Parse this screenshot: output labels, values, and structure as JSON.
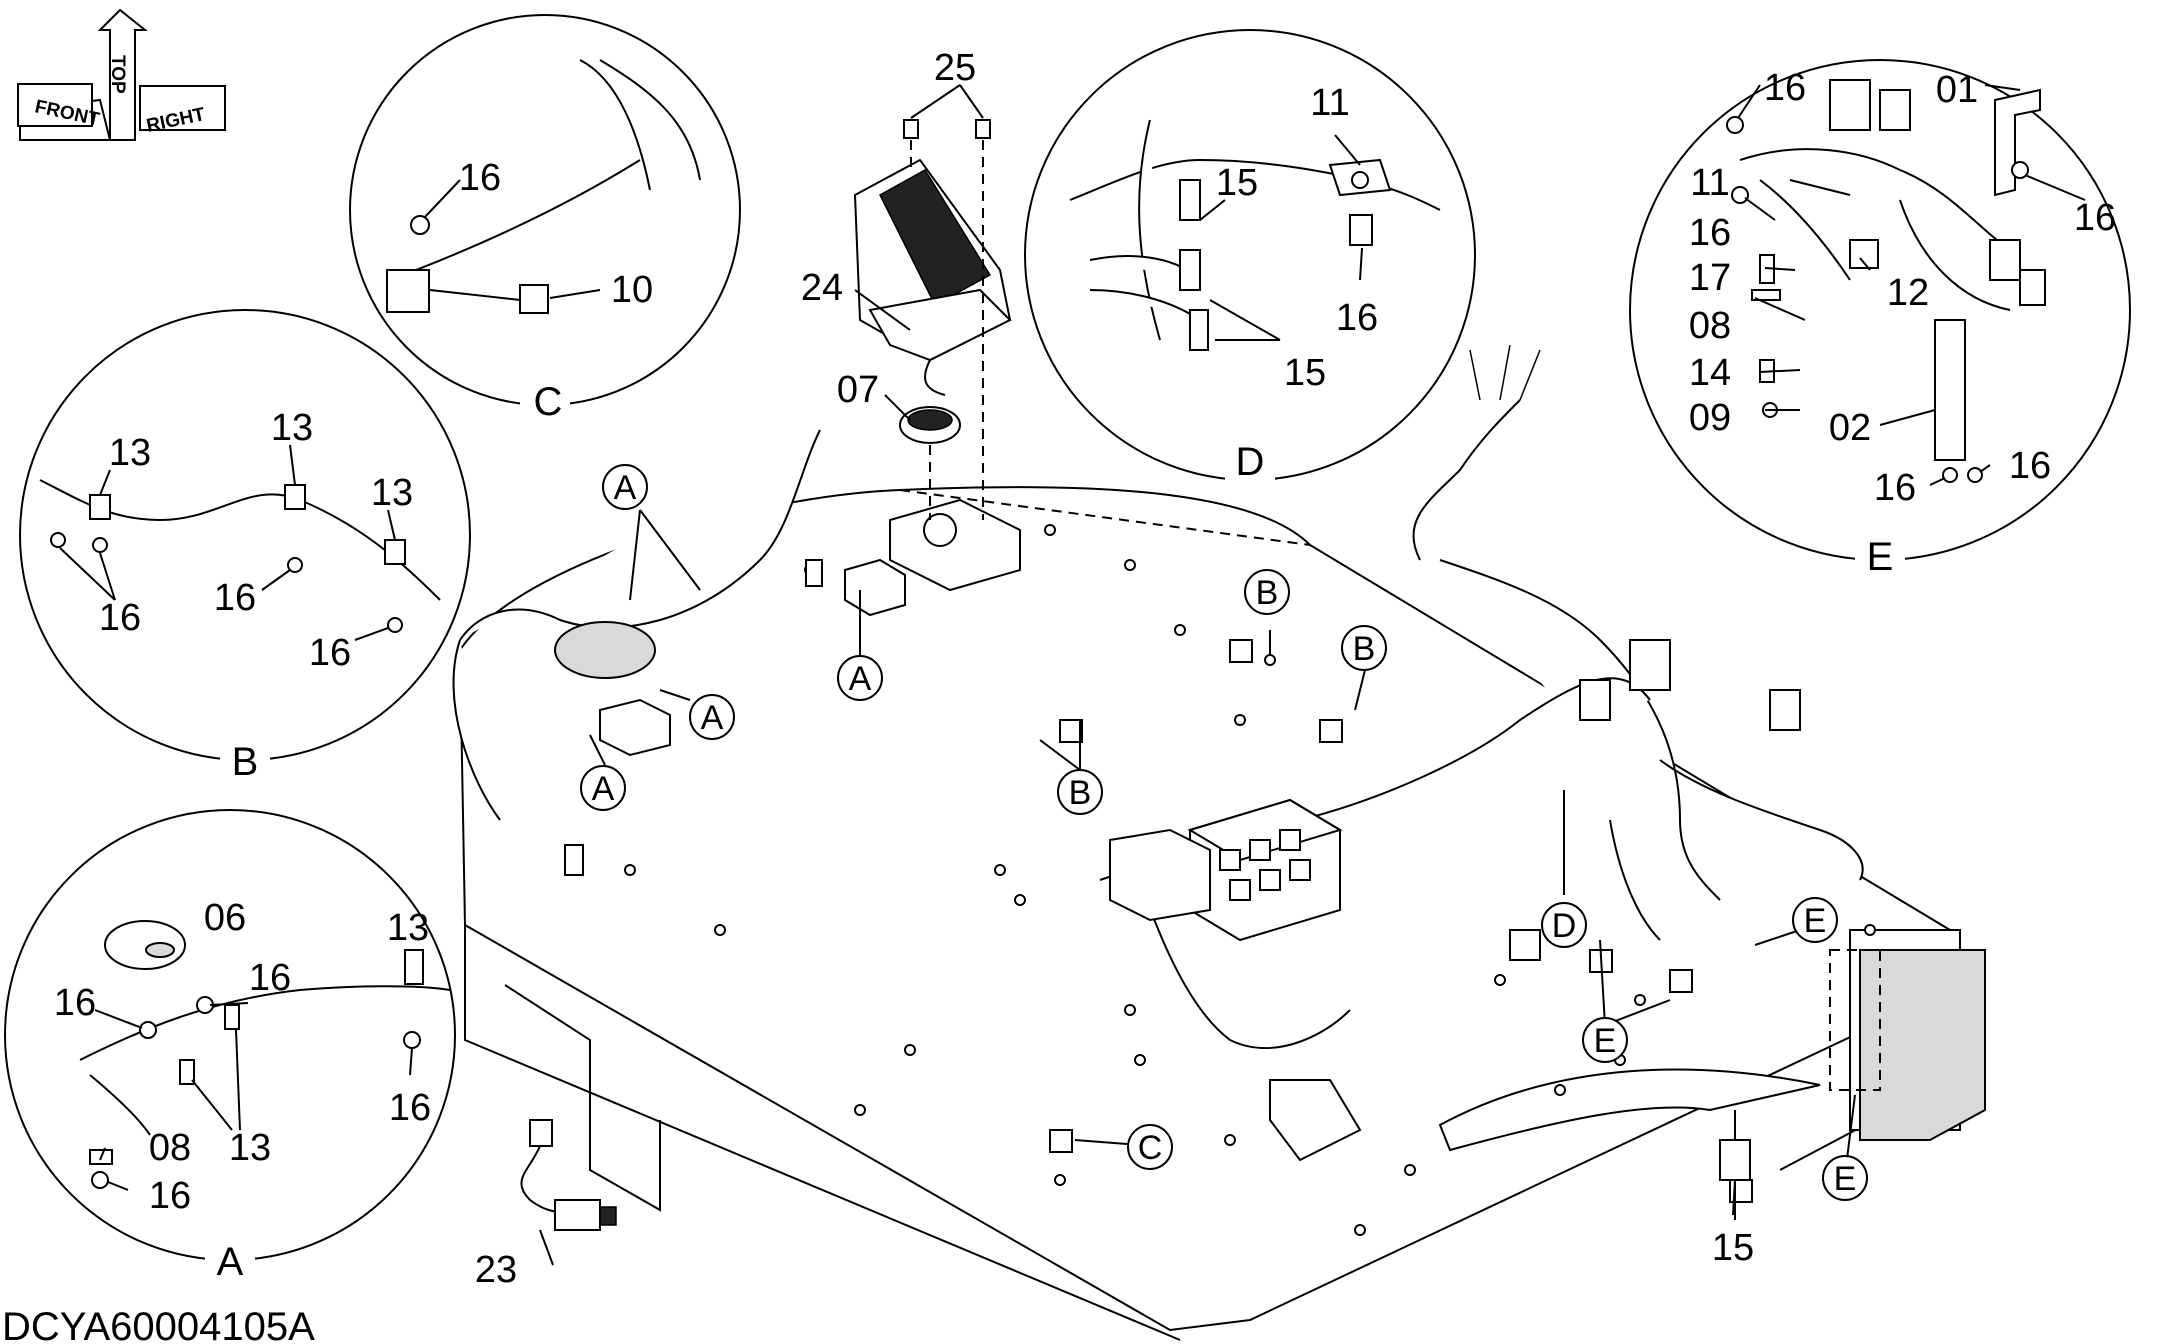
{
  "drawing": {
    "code": "DCYA60004105A",
    "orientation": {
      "top": "TOP",
      "front": "FRONT",
      "right": "RIGHT"
    }
  },
  "details": {
    "A": {
      "caption": "A",
      "labels": [
        "06",
        "16",
        "16",
        "13",
        "13",
        "16",
        "08",
        "16"
      ]
    },
    "B": {
      "caption": "B",
      "labels": [
        "13",
        "13",
        "13",
        "16",
        "16",
        "16"
      ]
    },
    "C": {
      "caption": "C",
      "labels": [
        "16",
        "10"
      ]
    },
    "D": {
      "caption": "D",
      "labels": [
        "11",
        "15",
        "16",
        "15"
      ]
    },
    "E": {
      "caption": "E",
      "labels": [
        "16",
        "01",
        "11",
        "16",
        "16",
        "17",
        "12",
        "08",
        "14",
        "09",
        "02",
        "16",
        "16"
      ]
    }
  },
  "main": {
    "part_labels": [
      "25",
      "24",
      "07",
      "23",
      "15"
    ],
    "refs": [
      "A",
      "A",
      "A",
      "A",
      "B",
      "B",
      "B",
      "C",
      "D",
      "E",
      "E",
      "E"
    ]
  }
}
